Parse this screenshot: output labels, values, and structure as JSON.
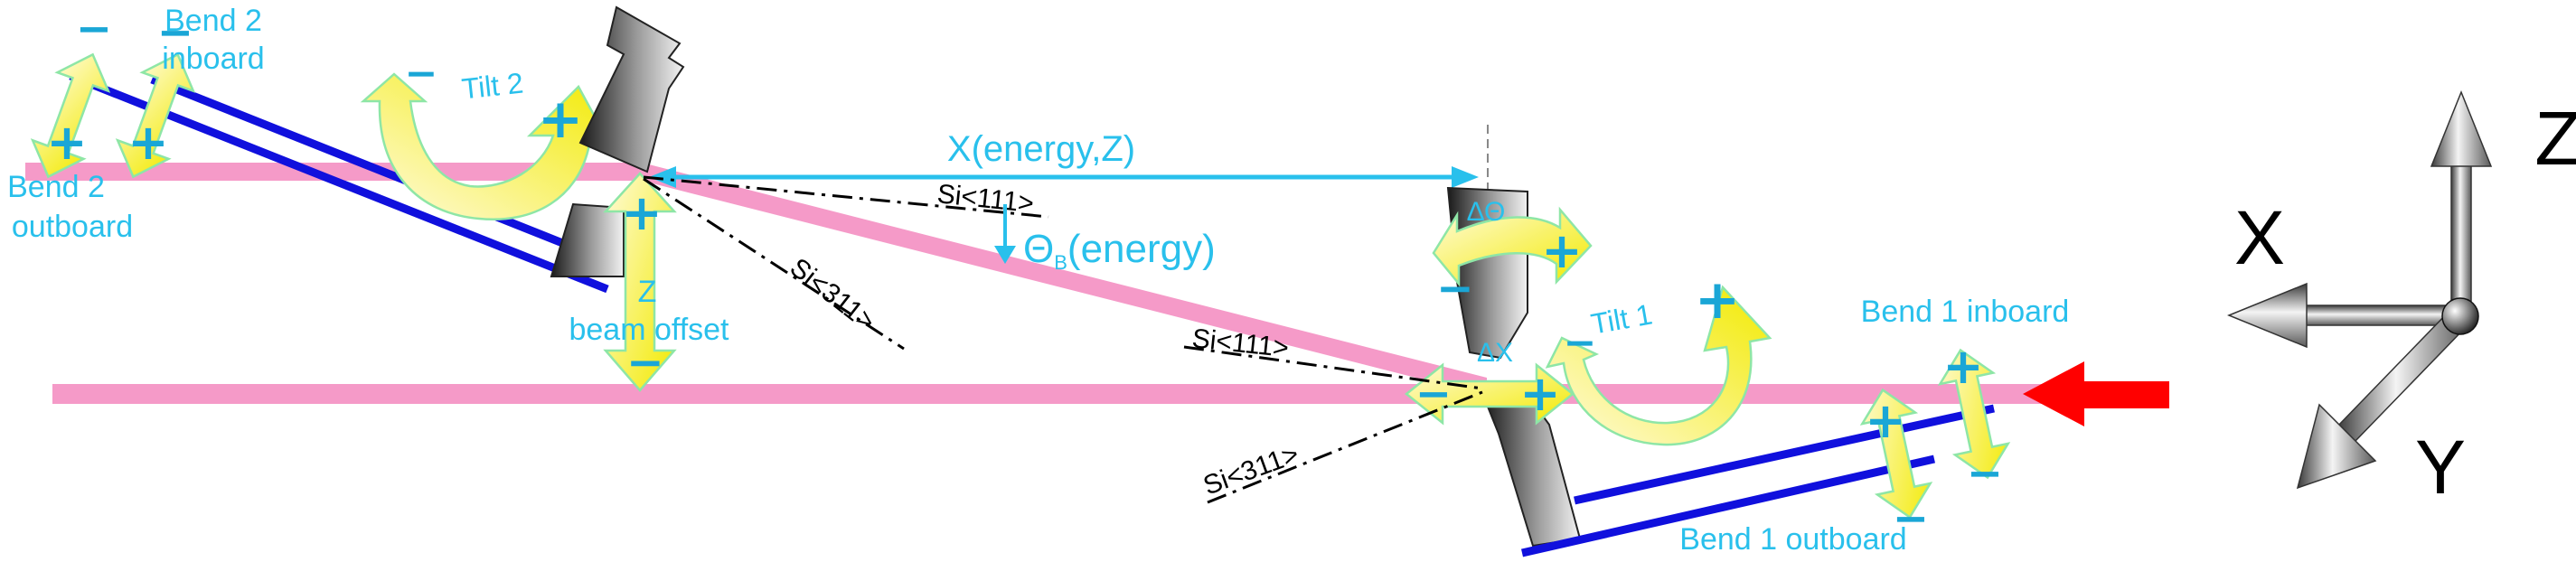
{
  "labels": {
    "bend2_inboard_line1": "Bend 2",
    "bend2_inboard_line2": "inboard",
    "bend2_outboard_line1": "Bend 2",
    "bend2_outboard_line2": "outboard",
    "tilt2": "Tilt 2",
    "tilt1": "Tilt 1",
    "offset_z": "Z",
    "beam_offset": "beam offset",
    "x_energy_z": "X(energy,Z)",
    "theta_b_symbol": "Θ",
    "theta_b_sub": "B",
    "theta_b_text": "(energy)",
    "delta_theta": "ΔΘ",
    "delta_x": "ΔX",
    "bend1_inboard": "Bend 1 inboard",
    "bend1_outboard": "Bend 1 outboard",
    "si111_upper": "Si<111>",
    "si311_upper": "Si<311>",
    "si111_lower": "Si<111>",
    "si311_lower": "Si<311>",
    "plus": "+",
    "minus": "−"
  },
  "axes": {
    "x": "X",
    "y": "Y",
    "z": "Z"
  },
  "colors": {
    "beam": "#f59ac8",
    "label": "#29c0ec",
    "bender": "#1010dd",
    "arrow_fill": "#f4ee00",
    "incoming": "#ff0000"
  }
}
